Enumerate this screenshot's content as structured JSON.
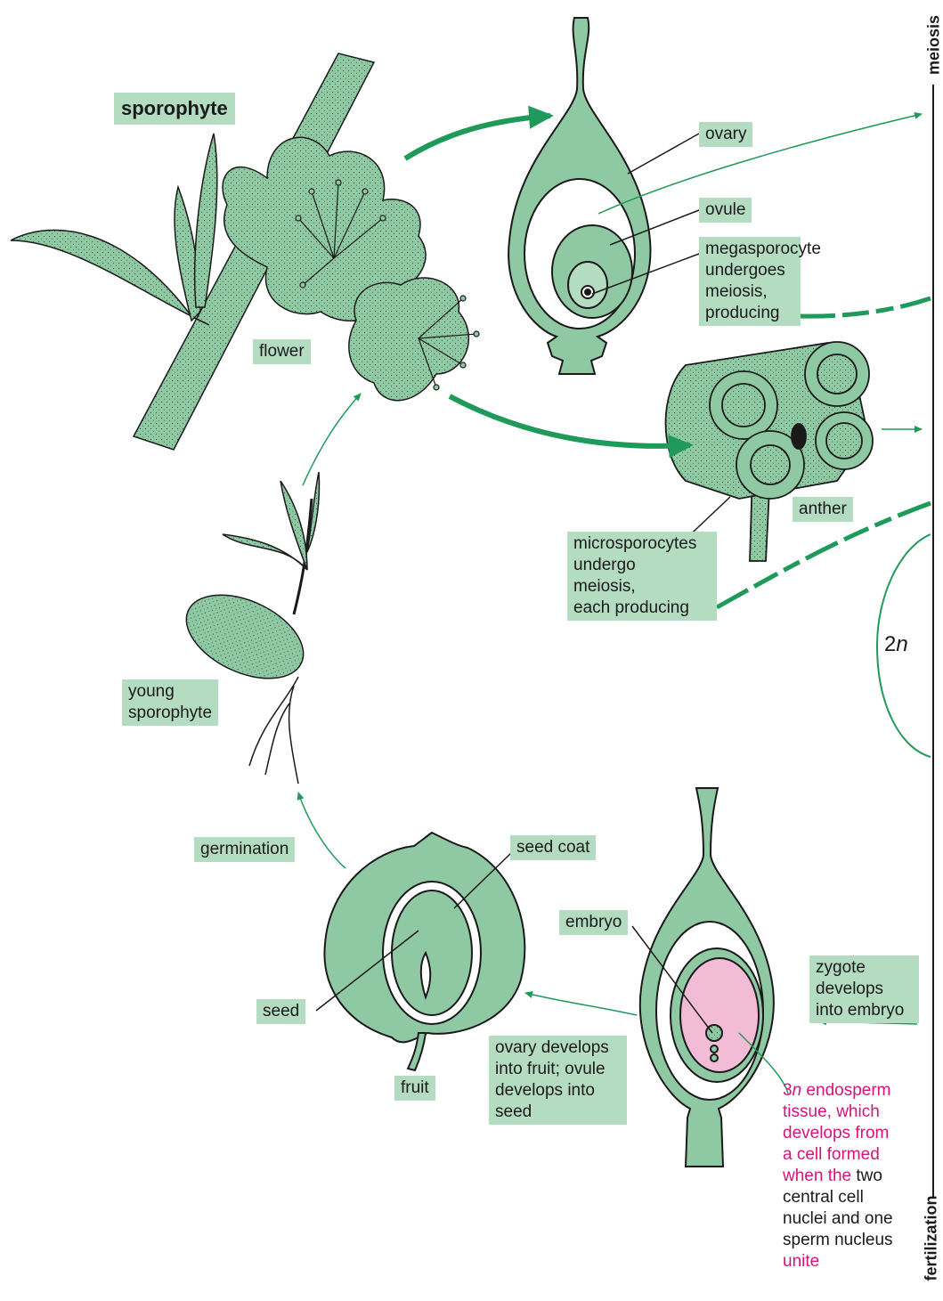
{
  "labels": {
    "sporophyte": "sporophyte",
    "flower": "flower",
    "ovary": "ovary",
    "ovule": "ovule",
    "megasporocyte": "megasporocyte\nundergoes\nmeiosis,\nproducing",
    "anther": "anther",
    "microsporocytes": "microsporocytes\nundergo\nmeiosis,\neach producing",
    "young_sporophyte": "young\nsporophyte",
    "germination": "germination",
    "seed_coat": "seed coat",
    "embryo": "embryo",
    "seed": "seed",
    "fruit": "fruit",
    "ovary_develops": "ovary develops\ninto fruit; ovule\ndevelops into\nseed",
    "zygote": "zygote\ndevelops\ninto embryo"
  },
  "endosperm": {
    "prefix_number": "3",
    "prefix_italic": "n",
    "magenta_text_1": " endosperm\ntissue,  which\ndevelops from\na cell formed\nwhen the",
    "black_text": " two\ncentral cell\nnuclei and one\nsperm nucleus",
    "magenta_text_2": "unite"
  },
  "side_labels": {
    "meiosis": "meiosis",
    "fertilization": "fertilization"
  },
  "ploidy": {
    "number": "2",
    "italic": "n"
  },
  "colors": {
    "plant_fill": "#8fc9a4",
    "label_bg": "#b3dcc0",
    "arrow_green": "#1f9a5a",
    "endosperm_pink": "#f2bcd6",
    "magenta": "#d6147a"
  }
}
